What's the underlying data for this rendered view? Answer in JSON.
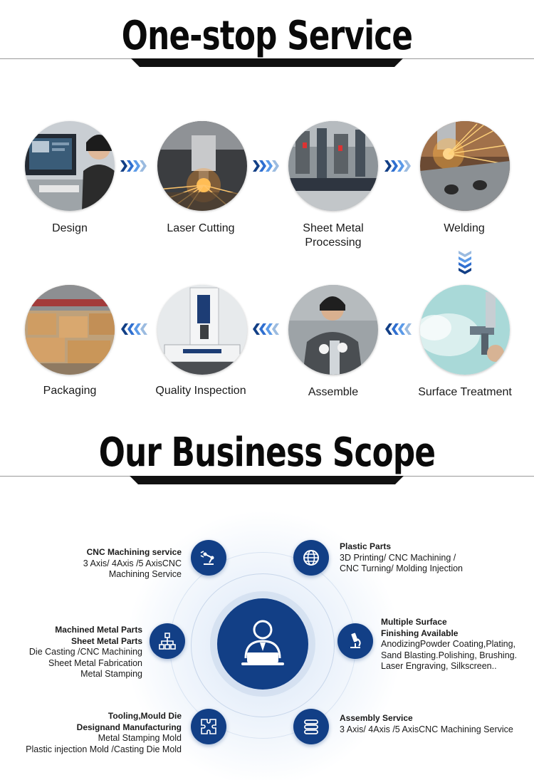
{
  "sections": {
    "service_title": "One-stop Service",
    "scope_title": "Our Business Scope"
  },
  "process": {
    "steps": [
      {
        "label": "Design"
      },
      {
        "label": "Laser Cutting"
      },
      {
        "label": "Sheet Metal Processing"
      },
      {
        "label": "Welding"
      },
      {
        "label": "Surface Treatment"
      },
      {
        "label": "Assemble"
      },
      {
        "label": "Quality Inspection"
      },
      {
        "label": "Packaging"
      }
    ],
    "arrow_colors": [
      "#123f86",
      "#2f6fd0",
      "#5b9ae8",
      "#9bbbe0"
    ]
  },
  "scope": {
    "items": [
      {
        "heading": "CNC Machining service",
        "lines": [
          "3 Axis/ 4Axis /5 AxisCNC",
          "Machining Service"
        ],
        "icon": "robot-arm-icon"
      },
      {
        "heading": "Plastic Parts",
        "lines": [
          "3D Printing/ CNC Machining /",
          "CNC Turning/ Molding Injection"
        ],
        "icon": "globe-icon"
      },
      {
        "heading": "Machined Metal Parts",
        "heading2": "Sheet Metal Parts",
        "lines": [
          "Die Casting /CNC Machining",
          "Sheet Metal Fabrication",
          "Metal Stamping"
        ],
        "icon": "hierarchy-icon"
      },
      {
        "heading": "Multiple Surface",
        "heading2": "Finishing Available",
        "lines": [
          "AnodizingPowder Coating,Plating,",
          "Sand Blasting.Polishing, Brushing.",
          "Laser Engraving, Silkscreen.."
        ],
        "icon": "microscope-icon"
      },
      {
        "heading": "Tooling,Mould Die",
        "heading2": "Designand Manufacturing",
        "lines": [
          "Metal Stamping Mold",
          "Plastic injection Mold /Casting Die Mold"
        ],
        "icon": "puzzle-icon"
      },
      {
        "heading": "Assembly Service",
        "lines": [
          "3 Axis/ 4Axis /5 AxisCNC Machining Service"
        ],
        "icon": "layers-icon"
      }
    ],
    "center_icon": "engineer-icon",
    "accent": "#123f86"
  }
}
